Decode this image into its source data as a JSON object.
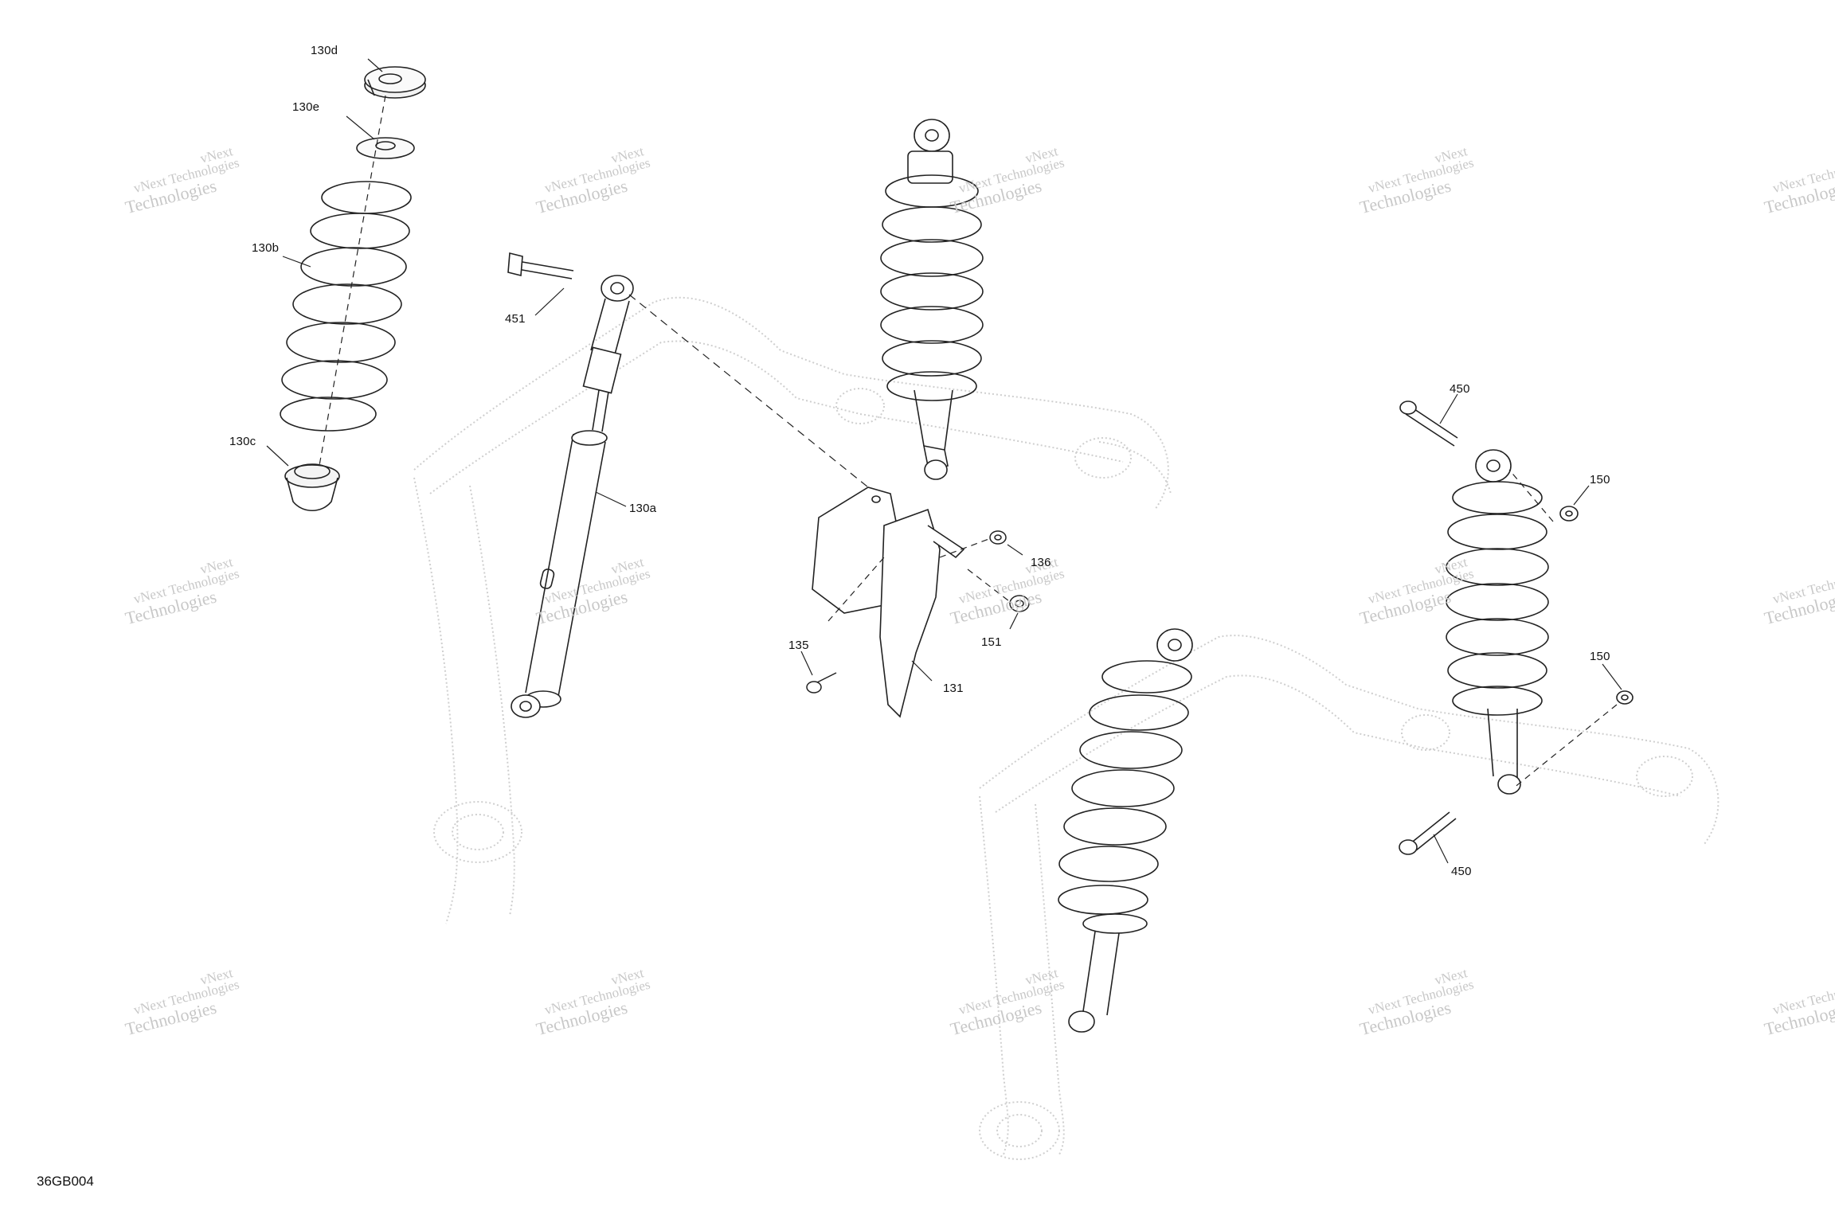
{
  "diagram_code": "36GB004",
  "watermark": {
    "line_a": "vNext",
    "line_b": "vNext Technologies",
    "line_c": "Technologies"
  },
  "callouts": [
    {
      "id": "130d",
      "label": "130d"
    },
    {
      "id": "130e",
      "label": "130e"
    },
    {
      "id": "130b",
      "label": "130b"
    },
    {
      "id": "130c",
      "label": "130c"
    },
    {
      "id": "130a",
      "label": "130a"
    },
    {
      "id": "451",
      "label": "451"
    },
    {
      "id": "136",
      "label": "136"
    },
    {
      "id": "151",
      "label": "151"
    },
    {
      "id": "135",
      "label": "135"
    },
    {
      "id": "131",
      "label": "131"
    },
    {
      "id": "450-top",
      "label": "450"
    },
    {
      "id": "150-top",
      "label": "150"
    },
    {
      "id": "150-bottom",
      "label": "150"
    },
    {
      "id": "450-bottom",
      "label": "450"
    }
  ]
}
